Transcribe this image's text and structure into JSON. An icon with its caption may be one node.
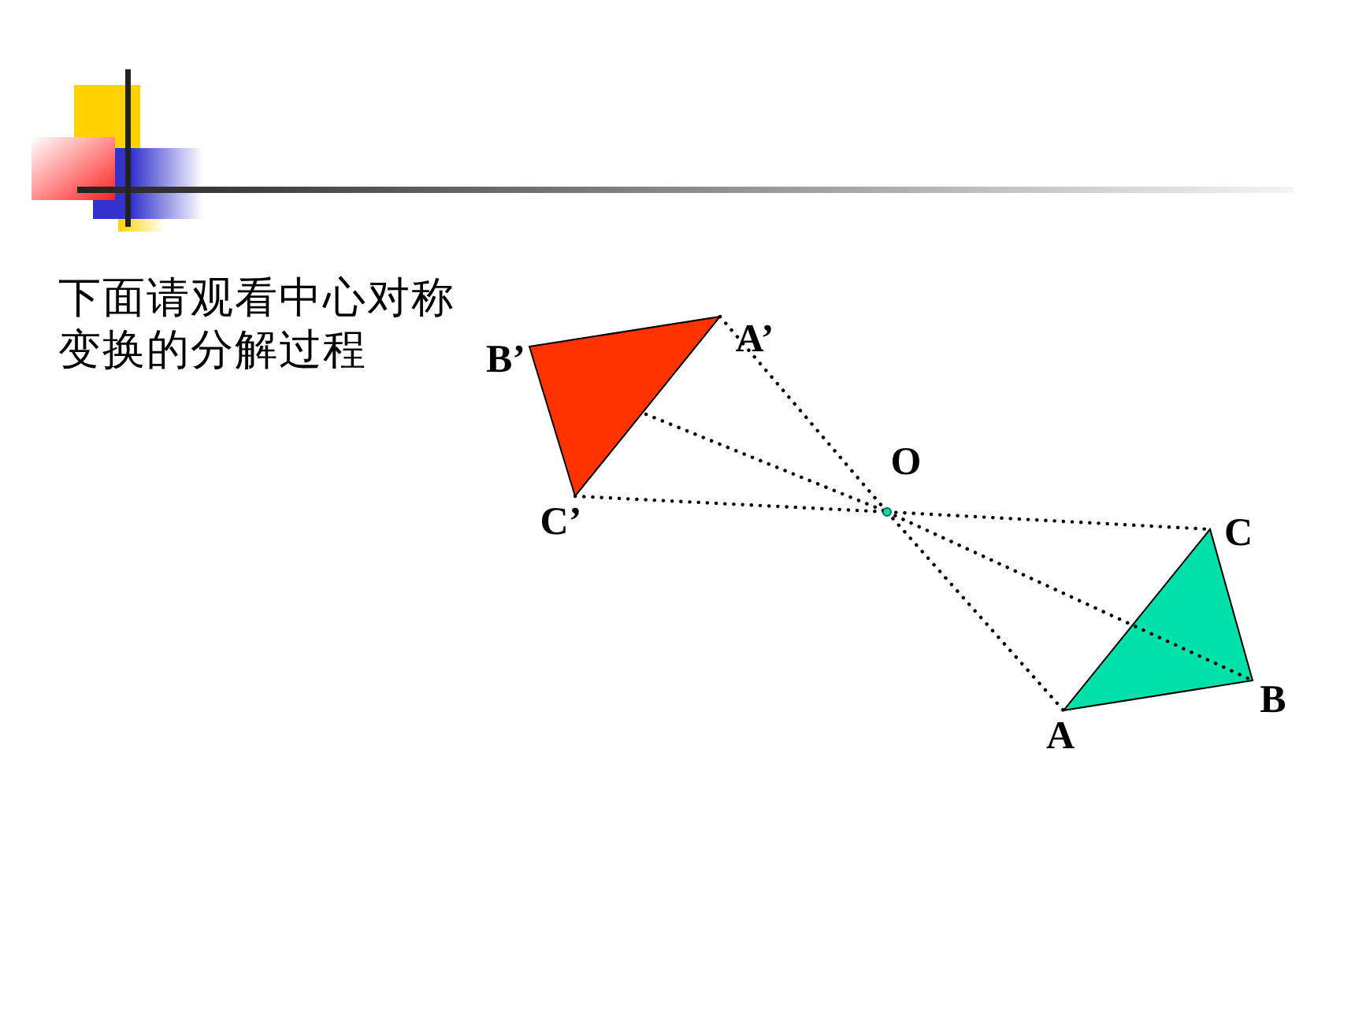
{
  "diagram": {
    "nodes": [
      {
        "text": [
          "A’"
        ]
      },
      {
        "text": [
          "B’"
        ]
      },
      {
        "text": [
          "O"
        ]
      },
      {
        "text": [
          "C’"
        ]
      },
      {
        "text": [
          "C"
        ]
      },
      {
        "text": [
          "B"
        ]
      },
      {
        "text": [
          "A"
        ]
      }
    ],
    "edges": [
      {
        "from": 0,
        "to": 2,
        "arrow": "none",
        "style": "dashed"
      },
      {
        "from": 2,
        "to": 6,
        "arrow": "none",
        "style": "dashed"
      },
      {
        "from": null,
        "to": 2,
        "arrow": "none",
        "style": "dashed"
      },
      {
        "from": 2,
        "to": 5,
        "arrow": "none",
        "style": "dashed"
      },
      {
        "from": 3,
        "to": 2,
        "arrow": "none",
        "style": "dashed"
      },
      {
        "from": 2,
        "to": 4,
        "arrow": "none",
        "style": "dashed"
      }
    ],
    "labels": [
      "下面请观看中心对称变换的分解过程"
    ]
  }
}
